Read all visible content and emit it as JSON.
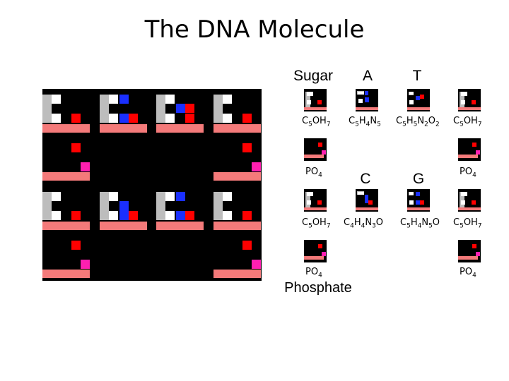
{
  "title": "The DNA Molecule",
  "headers": {
    "sugar": "Sugar",
    "a": "A",
    "t": "T",
    "c": "C",
    "g": "G",
    "phosphate": "Phosphate"
  },
  "formulas": {
    "row1": [
      "C5OH7",
      "C5H4N5",
      "C5H5N2O2",
      "C5OH7"
    ],
    "row2": [
      "PO4",
      "PO4"
    ],
    "row3": [
      "C5OH7",
      "C4H4N3O",
      "C5H4N5O",
      "C5OH7"
    ],
    "row4": [
      "PO4",
      "PO4"
    ]
  },
  "colors": {
    "background": "#000000",
    "gray": "#bdbdbd",
    "white": "#ffffff",
    "red": "#ff0000",
    "blue": "#1a2fff",
    "pink": "#f47a7a",
    "magenta": "#ff1fb0"
  }
}
